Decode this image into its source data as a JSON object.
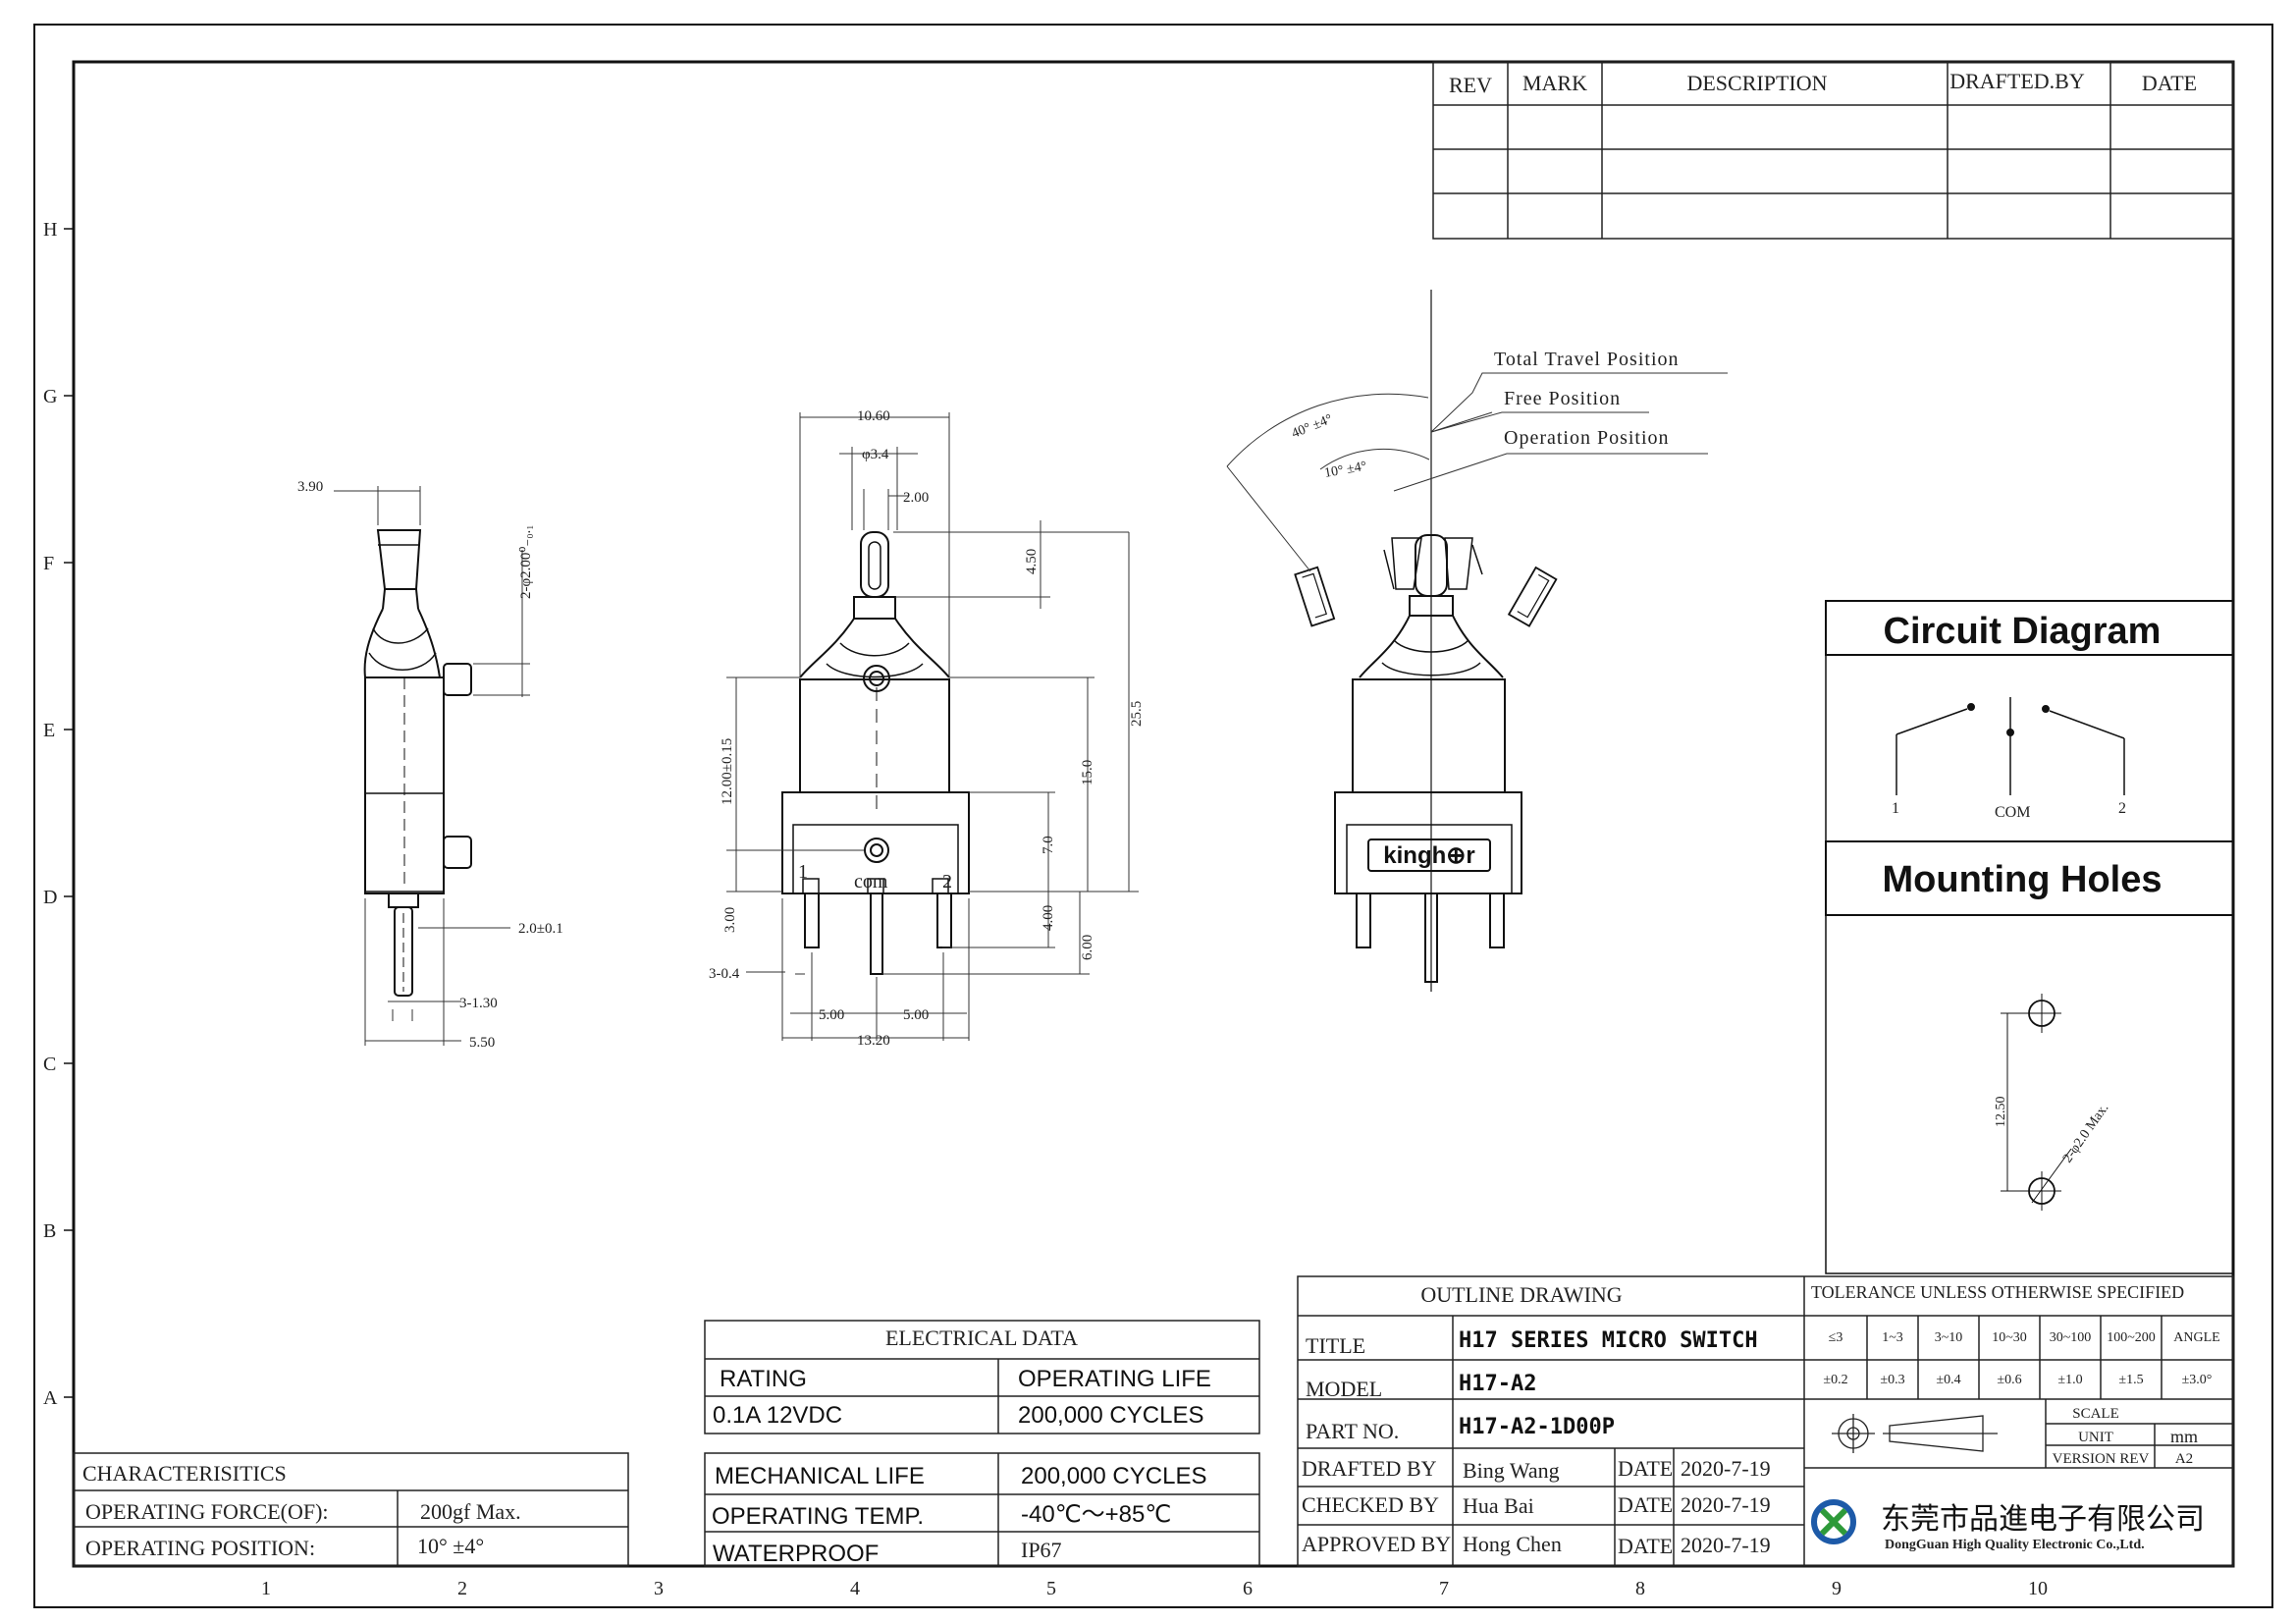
{
  "frame": {
    "row_letters": [
      "H",
      "G",
      "F",
      "E",
      "D",
      "C",
      "B",
      "A"
    ],
    "col_numbers": [
      "1",
      "2",
      "3",
      "4",
      "5",
      "6",
      "7",
      "8",
      "9",
      "10"
    ]
  },
  "revision_table": {
    "headers": [
      "REV",
      "MARK",
      "DESCRIPTION",
      "DRAFTED.BY",
      "DATE"
    ]
  },
  "side_view": {
    "dims": [
      "3.90",
      "2-φ2.00⁰₋₀.₁",
      "2.0±0.1",
      "3-1.30",
      "5.50"
    ]
  },
  "front_view": {
    "dims": [
      "10.60",
      "φ3.4",
      "2.00",
      "4.50",
      "25.5",
      "12.00±0.15",
      "15.0",
      "7.0",
      "3.00",
      "4.00",
      "6.00",
      "3-0.4",
      "5.00",
      "5.00",
      "13.20"
    ],
    "pin_labels": [
      "1",
      "com",
      "2"
    ]
  },
  "position_view": {
    "labels": [
      "Total Travel Position",
      "Free Position",
      "Operation Position"
    ],
    "angles": [
      "40° ±4°",
      "10° ±4°"
    ],
    "brand": "kingh⊕r"
  },
  "circuit_diagram": {
    "title": "Circuit Diagram",
    "labels": [
      "1",
      "COM",
      "2"
    ]
  },
  "mounting_holes": {
    "title": "Mounting Holes",
    "dims": [
      "12.50",
      "2-φ2.0 Max."
    ]
  },
  "characteristics": {
    "title": "CHARACTERISITICS",
    "rows": [
      {
        "label": "OPERATING FORCE(OF):",
        "value": "200gf Max."
      },
      {
        "label": "OPERATING POSITION:",
        "value": "10° ±4°"
      }
    ]
  },
  "electrical_data": {
    "title": "ELECTRICAL DATA",
    "headers": [
      "RATING",
      "OPERATING LIFE"
    ],
    "values": [
      "0.1A 12VDC",
      "200,000 CYCLES"
    ],
    "rows": [
      {
        "label": "MECHANICAL LIFE",
        "value": "200,000 CYCLES"
      },
      {
        "label": "OPERATING TEMP.",
        "value": "-40℃～+85℃"
      },
      {
        "label": "WATERPROOF",
        "value": "IP67"
      }
    ]
  },
  "title_block": {
    "heading": "OUTLINE DRAWING",
    "title_label": "TITLE",
    "title_value": "H17 SERIES MICRO SWITCH",
    "model_label": "MODEL",
    "model_value": "H17-A2",
    "part_label": "PART NO.",
    "part_value": "H17-A2-1D00P",
    "signoffs": [
      {
        "role": "DRAFTED BY",
        "name": "Bing Wang",
        "date_label": "DATE",
        "date": "2020-7-19"
      },
      {
        "role": "CHECKED BY",
        "name": "Hua Bai",
        "date_label": "DATE",
        "date": "2020-7-19"
      },
      {
        "role": "APPROVED BY",
        "name": "Hong Chen",
        "date_label": "DATE",
        "date": "2020-7-19"
      }
    ]
  },
  "tolerance": {
    "heading": "TOLERANCE UNLESS OTHERWISE SPECIFIED",
    "ranges": [
      "≤3",
      "1~3",
      "3~10",
      "10~30",
      "30~100",
      "100~200",
      "ANGLE"
    ],
    "values": [
      "±0.2",
      "±0.3",
      "±0.4",
      "±0.6",
      "±1.0",
      "±1.5",
      "±3.0°"
    ],
    "scale_label": "SCALE",
    "unit_label": "UNIT",
    "unit_value": "mm",
    "version_label": "VERSION REV",
    "version_value": "A2"
  },
  "company": {
    "name_cn": "东莞市品進电子有限公司",
    "name_en": "DongGuan High Quality Electronic Co.,Ltd."
  }
}
